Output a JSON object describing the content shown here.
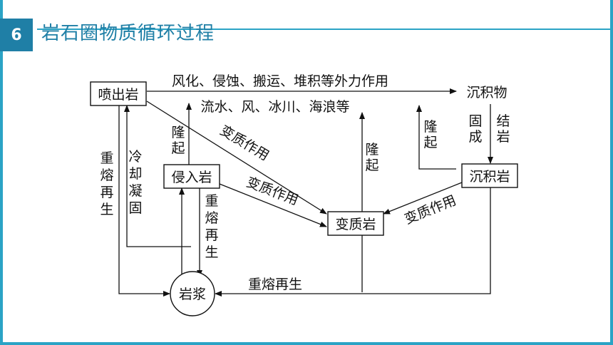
{
  "header": {
    "section_number": "6",
    "title": "岩石圈物质循环过程"
  },
  "nodes": {
    "extrusive": "喷出岩",
    "intrusive": "侵入岩",
    "sediment": "沉积物",
    "sedimentary": "沉积岩",
    "metamorphic": "变质岩",
    "magma": "岩浆"
  },
  "labels": {
    "external_forces": "风化、侵蚀、搬运、堆积等外力作用",
    "agents": "流水、风、冰川、海浪等",
    "consolidation_1": "固成",
    "consolidation_2": "结岩",
    "uplift_sedimentary": "隆起",
    "uplift_intrusive": "隆起",
    "uplift_metamorphic": "隆起",
    "cooling": "冷却凝固",
    "remelt_left": "重熔再生",
    "remelt_middle": "重熔再生",
    "remelt_bottom": "重熔再生",
    "metamorphism_extrusive": "变质作用",
    "metamorphism_intrusive": "变质作用",
    "metamorphism_sedimentary": "变质作用"
  },
  "colors": {
    "accent": "#2ba3c5",
    "accent_dark": "#1f7fa6"
  }
}
